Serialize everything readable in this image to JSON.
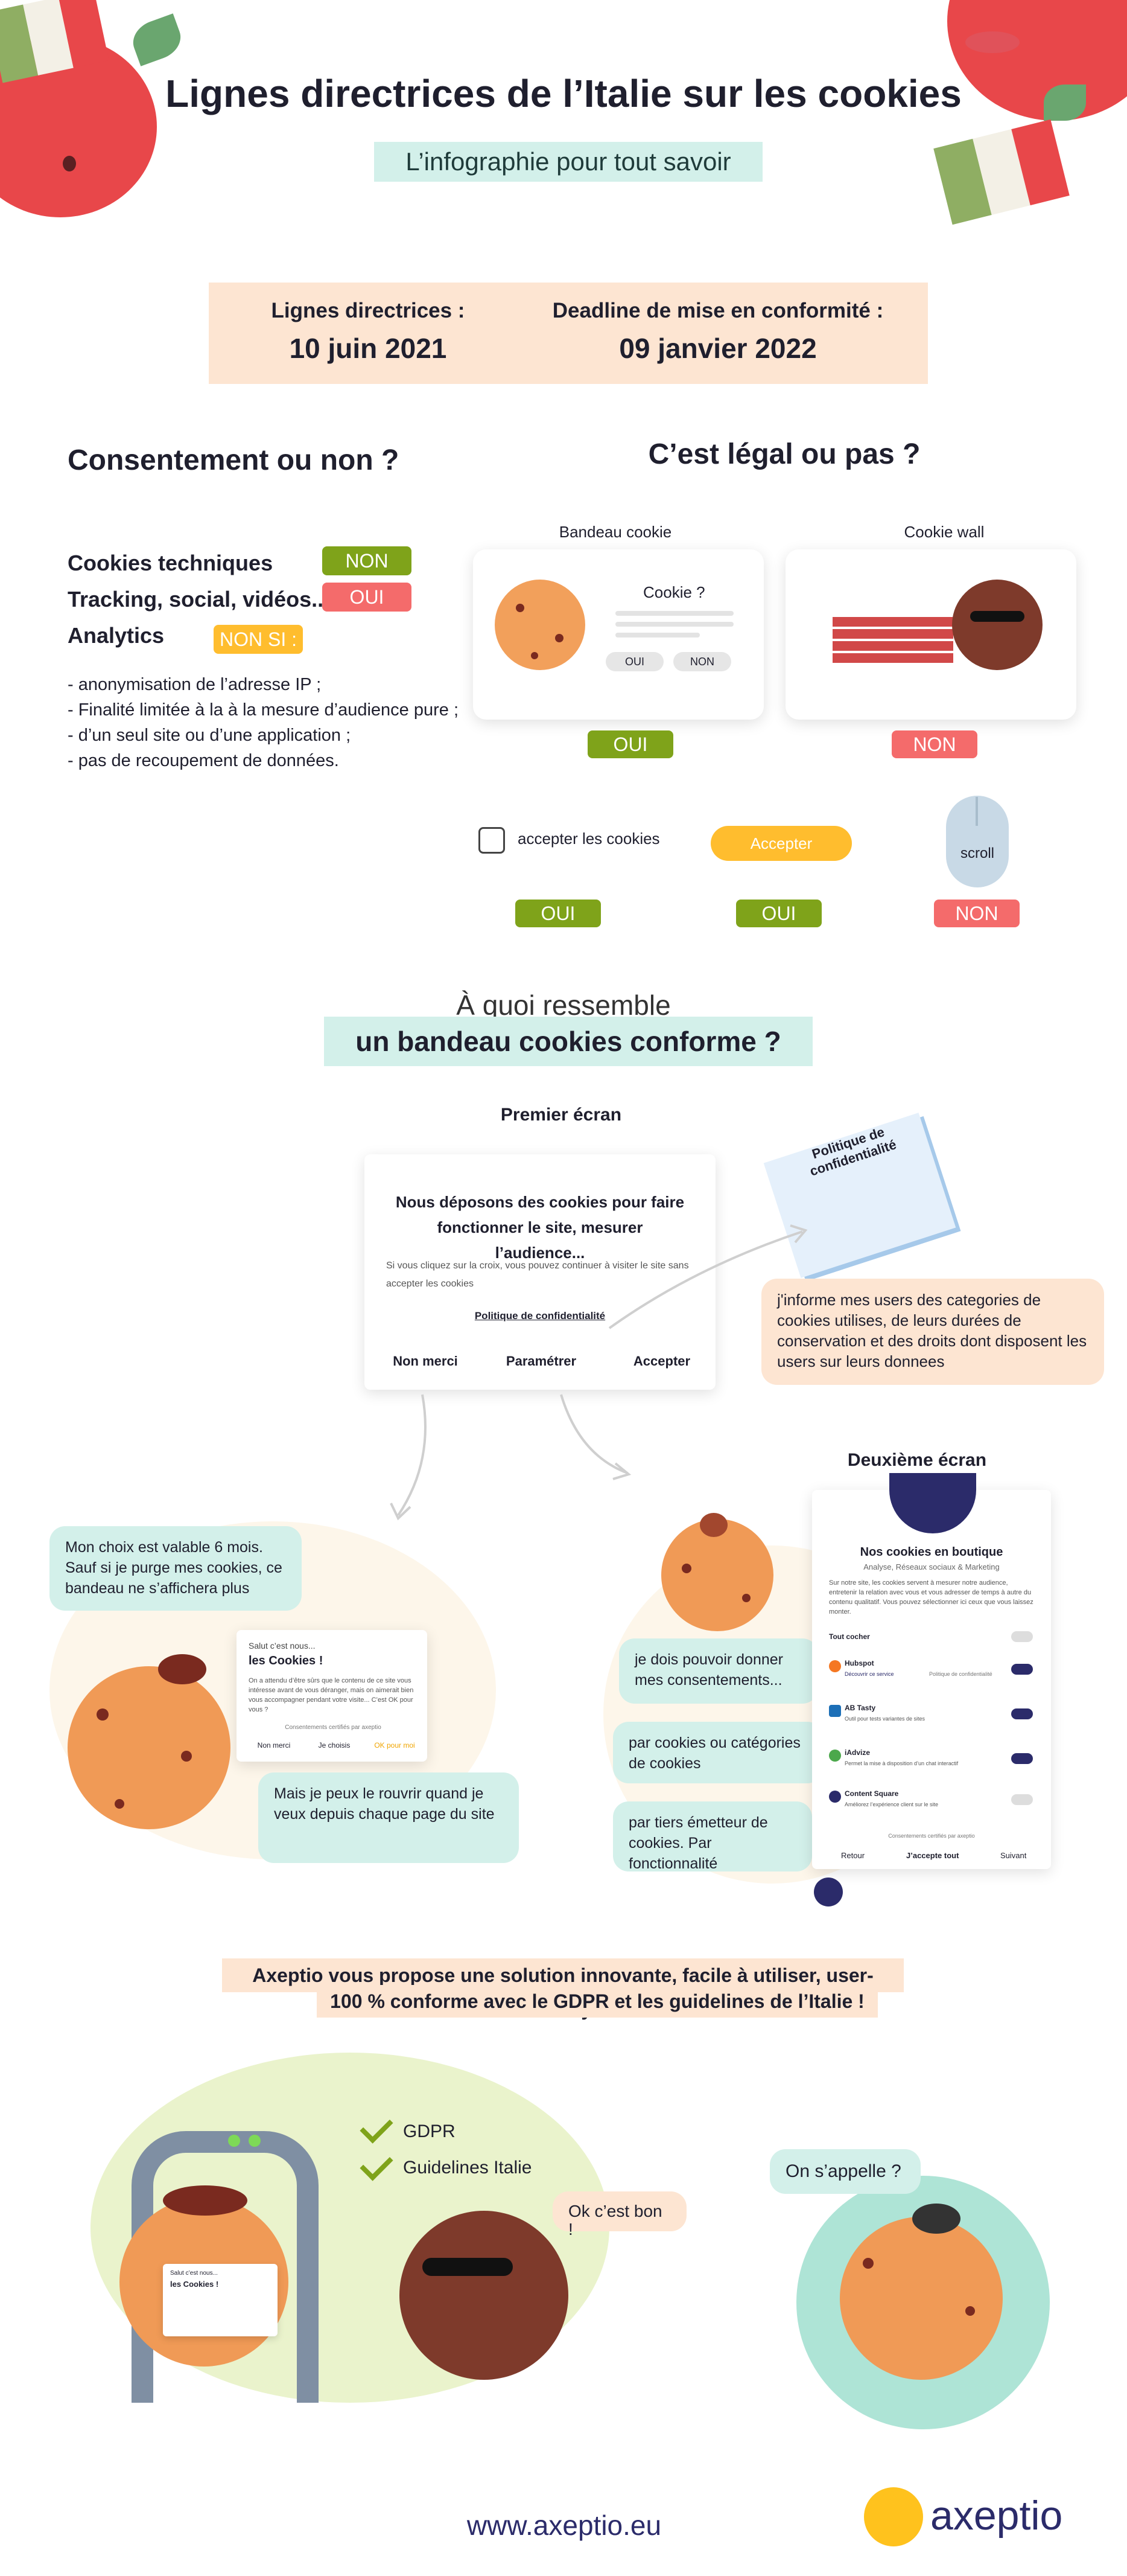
{
  "header": {
    "title": "Lignes directrices de l’Italie sur les cookies",
    "subtitle": "L’infographie pour tout savoir"
  },
  "dates": {
    "guidelines_label": "Lignes directrices :",
    "guidelines_date": "10 juin 2021",
    "deadline_label": "Deadline de mise en conformité :",
    "deadline_date": "09 janvier 2022"
  },
  "consent": {
    "title": "Consentement ou non ?",
    "rows": [
      {
        "label": "Cookies techniques",
        "badge": "NON"
      },
      {
        "label": "Tracking, social, vidéos...",
        "badge": "OUI"
      },
      {
        "label": "Analytics",
        "badge": "NON SI :"
      }
    ],
    "conditions": [
      "- anonymisation de l’adresse IP ;",
      "- Finalité limitée à la à la mesure d’audience pure ;",
      "- d’un seul site ou d’une application ;",
      "- pas de recoupement de données."
    ]
  },
  "legal": {
    "title": "C’est légal ou pas ?",
    "banner_label": "Bandeau cookie",
    "wall_label": "Cookie wall",
    "banner_popup_title": "Cookie ?",
    "banner_popup_yes": "OUI",
    "banner_popup_no": "NON",
    "banner_verdict": "OUI",
    "wall_verdict": "NON",
    "checkbox_label": "accepter les cookies",
    "accept_button": "Accepter",
    "scroll_label": "scroll",
    "checkbox_verdict": "OUI",
    "accept_verdict": "OUI",
    "scroll_verdict": "NON"
  },
  "compliant": {
    "line1": "À quoi ressemble",
    "line2": "un bandeau cookies conforme ?",
    "first_screen": "Premier écran",
    "banner_text": "Nous déposons des cookies pour faire fonctionner le site, mesurer l’audience...",
    "banner_small": "Si vous cliquez sur la croix, vous pouvez continuer à visiter le site sans accepter les cookies",
    "banner_policy": "Politique de confidentialité",
    "btn_no": "Non merci",
    "btn_settings": "Paramétrer",
    "btn_accept": "Accepter",
    "policy_doc": "Politique de confidentialité",
    "policy_bubble": "j'informe mes users des categories de cookies utilises, de leurs durées de conservation et des droits dont disposent les users sur leurs donnees",
    "second_screen": "Deuxième écran"
  },
  "left_scene": {
    "bubble_top": "Mon choix est valable 6 mois. Sauf si je purge mes cookies, ce bandeau ne s’affichera plus",
    "mini_hello": "Salut c’est nous...",
    "mini_title": "les Cookies !",
    "mini_text": "On a attendu d’être sûrs que le contenu de ce site vous intéresse avant de vous déranger, mais on aimerait bien vous accompagner pendant votre visite... C’est OK pour vous ?",
    "mini_credit": "Consentements certifiés par axeptio",
    "mini_no": "Non merci",
    "mini_choose": "Je choisis",
    "mini_ok": "OK pour moi",
    "bubble_bottom": "Mais je peux le rouvrir quand je veux depuis chaque page du site"
  },
  "right_scene": {
    "bubble1": "je dois pouvoir donner mes consentements...",
    "bubble2": "par cookies ou catégories de cookies",
    "bubble3": "par tiers émetteur de cookies. Par fonctionnalité",
    "panel_title": "Nos cookies en boutique",
    "panel_sub": "Analyse, Réseaux sociaux & Marketing",
    "panel_text": "Sur notre site, les cookies servent à mesurer notre audience, entretenir la relation avec vous et vous adresser de temps à autre du contenu qualitatif. Vous pouvez sélectionner ici ceux que vous laissez monter.",
    "toggle_all": "Tout cocher",
    "vendors": [
      {
        "name": "Hubspot",
        "desc": "Découvrir ce service",
        "policy": "Politique de confidentialité",
        "on": true
      },
      {
        "name": "AB Tasty",
        "desc": "Outil pour tests variantes de sites",
        "policy": "",
        "on": true
      },
      {
        "name": "iAdvize",
        "desc": "Permet la mise à disposition d’un chat interactif",
        "policy": "",
        "on": true
      },
      {
        "name": "Content Square",
        "desc": "Améliorez l’expérience client sur le site",
        "policy": "",
        "on": false
      }
    ],
    "panel_credit": "Consentements certifiés par axeptio",
    "panel_back": "Retour",
    "panel_accept": "J’accepte tout",
    "panel_next": "Suivant"
  },
  "promo": {
    "line1": "Axeptio vous propose une solution innovante, facile à utiliser, user-friendly !",
    "line2": "100 % conforme avec le GDPR et les guidelines de l’Italie !"
  },
  "bottom": {
    "check1": "GDPR",
    "check2": "Guidelines Italie",
    "ok_bubble": "Ok c’est bon !",
    "name_bubble": "On s’appelle ?",
    "mini_hello": "Salut c’est nous...",
    "mini_title": "les Cookies !"
  },
  "footer": {
    "url": "www.axeptio.eu",
    "brand": "axeptio"
  },
  "colors": {
    "green": "#7fa31a",
    "red": "#f46b6b",
    "orange": "#ffbd2e",
    "mint": "#d3f0ea",
    "peach": "#fde5d2",
    "navy": "#2b2b6a"
  }
}
